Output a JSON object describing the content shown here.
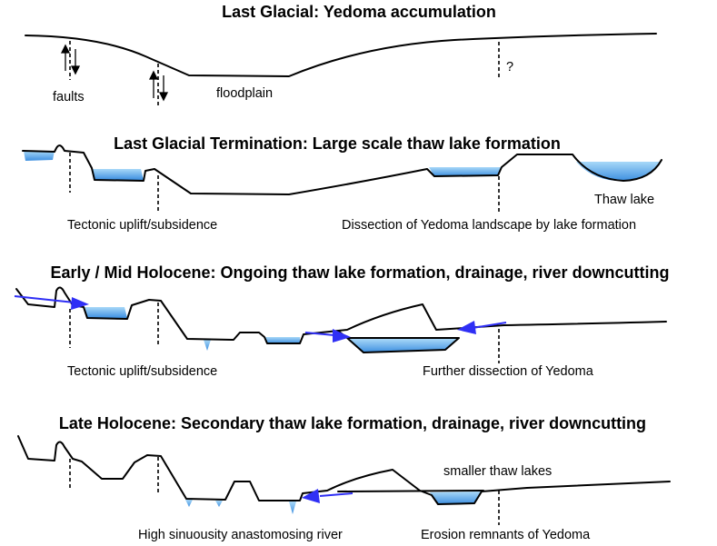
{
  "panels": [
    {
      "title": "Last Glacial: Yedoma accumulation",
      "labels": {
        "faults": "faults",
        "floodplain": "floodplain",
        "question": "?"
      }
    },
    {
      "title": "Last Glacial Termination: Large scale thaw lake formation",
      "labels": {
        "tectonic": "Tectonic uplift/subsidence",
        "dissection": "Dissection of Yedoma landscape by lake formation",
        "thaw_lake": "Thaw lake"
      }
    },
    {
      "title": "Early / Mid Holocene: Ongoing thaw lake formation, drainage, river downcutting",
      "labels": {
        "tectonic": "Tectonic uplift/subsidence",
        "further": "Further dissection of Yedoma"
      }
    },
    {
      "title": "Late Holocene: Secondary thaw lake formation, drainage, river downcutting",
      "labels": {
        "smaller": "smaller thaw lakes",
        "river": "High sinuousity anastomosing river",
        "remnants": "Erosion remnants of Yedoma"
      }
    }
  ],
  "colors": {
    "water_light": "#a8d8f8",
    "water_dark": "#3d8fe0",
    "arrow": "#2f2ff5",
    "line": "#000000"
  }
}
